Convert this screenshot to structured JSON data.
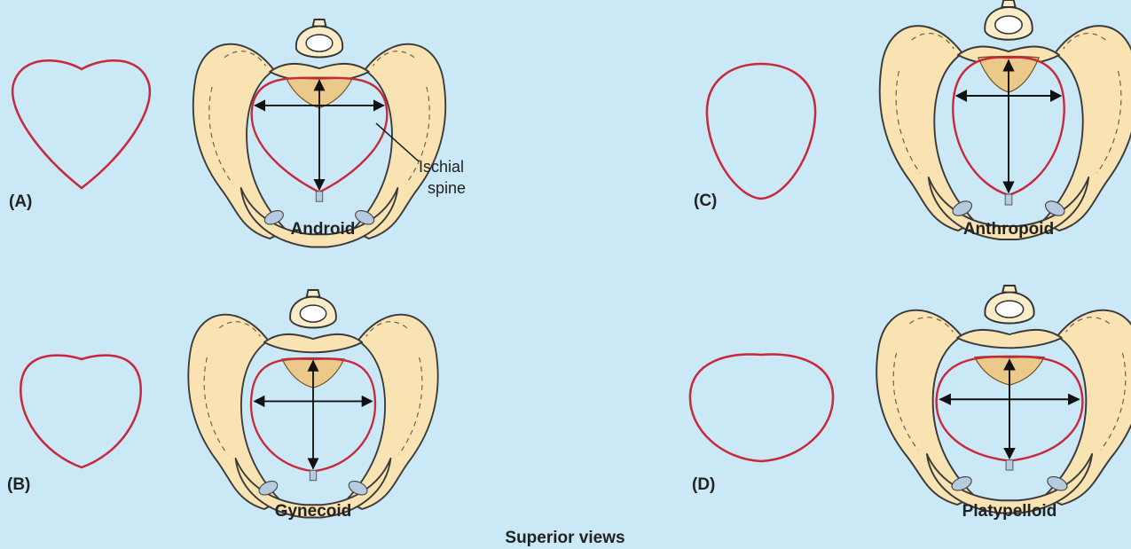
{
  "panels": [
    {
      "letter": "(A)",
      "name": "Android"
    },
    {
      "letter": "(B)",
      "name": "Gynecoid"
    },
    {
      "letter": "(C)",
      "name": "Anthropoid"
    },
    {
      "letter": "(D)",
      "name": "Platypelloid"
    }
  ],
  "callout": {
    "line1": "Ischial",
    "line2": "spine"
  },
  "caption": "Superior views",
  "colors": {
    "background": "#cbe8f6",
    "inlet": "#c8283a",
    "bone": "#f9e3b2"
  }
}
